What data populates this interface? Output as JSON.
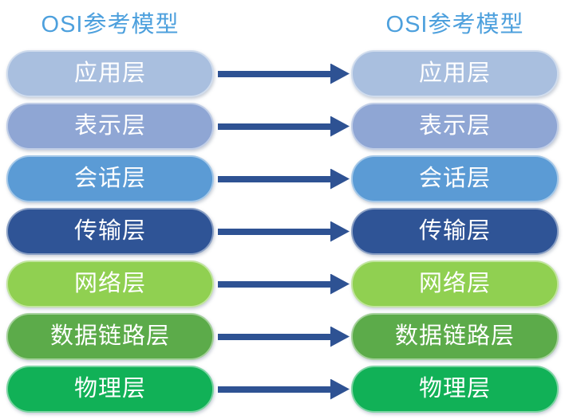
{
  "diagram": {
    "left_panel": {
      "title": "OSI参考模型"
    },
    "right_panel": {
      "title": "OSI参考模型"
    },
    "layers": [
      {
        "label": "应用层",
        "color": "#a9bfdf"
      },
      {
        "label": "表示层",
        "color": "#8fa6d4"
      },
      {
        "label": "会话层",
        "color": "#5b9bd5"
      },
      {
        "label": "传输层",
        "color": "#2f5496"
      },
      {
        "label": "网络层",
        "color": "#90d051"
      },
      {
        "label": "数据链路层",
        "color": "#5cab4a"
      },
      {
        "label": "物理层",
        "color": "#11b157"
      }
    ],
    "colors": {
      "title_text": "#4da0dd",
      "arrow": "#2e5293",
      "layer_text": "#ffffff",
      "background": "#ffffff"
    }
  }
}
